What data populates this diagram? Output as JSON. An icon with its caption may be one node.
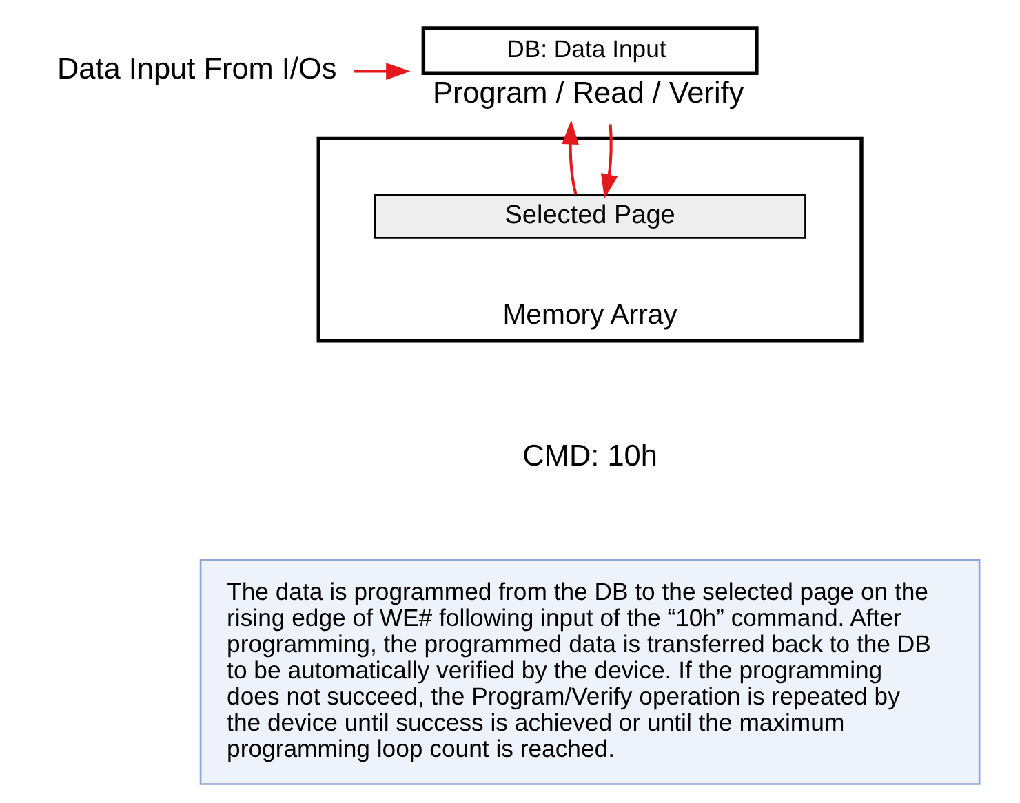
{
  "diagram": {
    "nodes": [
      {
        "text": [
          "Data Input From I/Os"
        ]
      },
      {
        "text": [
          "DB: Data Input"
        ],
        "beside": [
          "Program / Read / Verify"
        ]
      },
      {
        "text": [
          "Memory Array"
        ],
        "beside": [
          "CMD: 10h"
        ]
      },
      {
        "text": [
          "Selected Page"
        ],
        "in": 2
      },
      {
        "text": [
          "The data is programmed from the DB to the selected page on the rising edge of WE# following input of the “10h” command. After programming, the programmed data is transferred back to the DB to be automatically verified by the device. If the programming does not succeed, the Program/Verify operation is repeated by the device until success is achieved or until the maximum programming loop count is reached."
        ]
      }
    ],
    "edges": [
      {
        "from": 0,
        "to": 1,
        "arrow": "to"
      },
      {
        "from": 1,
        "to": 3,
        "arrow": "to"
      },
      {
        "from": 3,
        "to": 1,
        "arrow": "to"
      }
    ]
  }
}
